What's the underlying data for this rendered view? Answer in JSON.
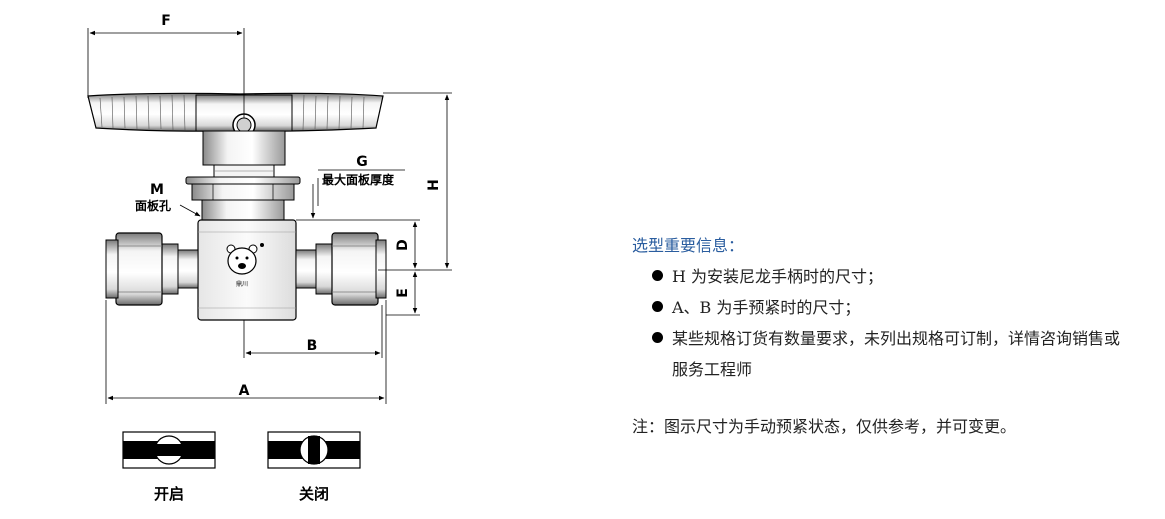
{
  "dimensions": {
    "F": "F",
    "G": "G",
    "G_desc": "最大面板厚度",
    "M": "M",
    "M_desc": "面板孔",
    "H": "H",
    "D": "D",
    "E": "E",
    "B": "B",
    "A": "A"
  },
  "body_logo_text": "鼎川",
  "positions": {
    "open": "开启",
    "closed": "关闭"
  },
  "notes": {
    "title": "选型重要信息：",
    "items": [
      "H 为安装尼龙手柄时的尺寸；",
      "A、B 为手预紧时的尺寸；",
      "某些规格订货有数量要求，未列出规格可订制，详情咨询销售或服务工程师"
    ],
    "footnote": "注：图示尺寸为手动预紧状态，仅供参考，并可变更。"
  },
  "colors": {
    "title_blue": "#2a5d9f",
    "line": "#000000",
    "metal_light": "#f2f2f2",
    "metal_dark": "#9a9a9a"
  }
}
